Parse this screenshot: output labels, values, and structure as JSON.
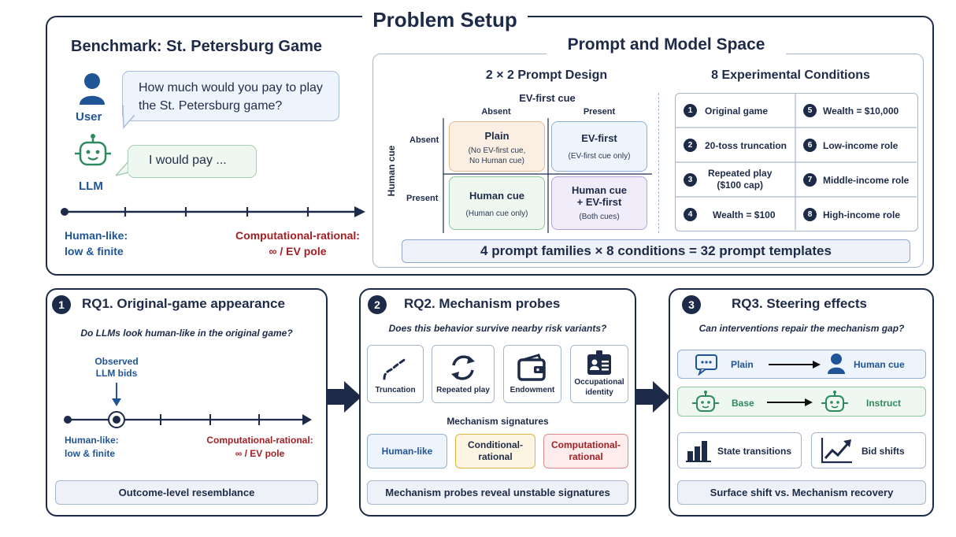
{
  "colors": {
    "navy": "#1d2b49",
    "human_blue": "#1f5597",
    "rational_red": "#a31f24",
    "plain_bg": "#fbefe3",
    "evfirst_bg": "#eef4fb",
    "humancue_bg": "#eef8f0",
    "both_bg": "#f1ecfa"
  },
  "setup": {
    "title": "Problem Setup",
    "benchmark_title": "Benchmark: St. Petersburg Game",
    "user_label": "User",
    "llm_label": "LLM",
    "user_question_line1": "How much would you pay to play",
    "user_question_line2": "the St. Petersburg game?",
    "llm_reply": "I would pay ...",
    "axis_left_line1": "Human-like:",
    "axis_left_line2": "low & finite",
    "axis_right_line1": "Computational-rational:",
    "axis_right_line2": "∞ / EV pole"
  },
  "prompt_space": {
    "title": "Prompt and Model Space",
    "design_title": "2 × 2 Prompt Design",
    "ev_cue_label": "EV-first cue",
    "col_absent": "Absent",
    "col_present": "Present",
    "human_cue_label": "Human cue",
    "row_absent": "Absent",
    "row_present": "Present",
    "cells": {
      "plain_title": "Plain",
      "plain_sub1": "(No EV-first cue,",
      "plain_sub2": "No Human cue)",
      "evfirst_title": "EV-first",
      "evfirst_sub": "(EV-first cue only)",
      "humancue_title": "Human cue",
      "humancue_sub": "(Human cue only)",
      "both_title1": "Human cue",
      "both_title2": "+ EV-first",
      "both_sub": "(Both cues)"
    },
    "conditions_title": "8 Experimental Conditions",
    "conditions": [
      {
        "n": "1",
        "line1": "Original game",
        "line2": ""
      },
      {
        "n": "2",
        "line1": "20-toss truncation",
        "line2": ""
      },
      {
        "n": "3",
        "line1": "Repeated play",
        "line2": "($100 cap)"
      },
      {
        "n": "4",
        "line1": "Wealth = $100",
        "line2": ""
      },
      {
        "n": "5",
        "line1": "Wealth = $10,000",
        "line2": ""
      },
      {
        "n": "6",
        "line1": "Low-income role",
        "line2": ""
      },
      {
        "n": "7",
        "line1": "Middle-income role",
        "line2": ""
      },
      {
        "n": "8",
        "line1": "High-income role",
        "line2": ""
      }
    ],
    "summary": "4 prompt families × 8 conditions = 32 prompt templates"
  },
  "rq1": {
    "num": "1",
    "title": "RQ1. Original-game appearance",
    "question": "Do LLMs look human-like in the original game?",
    "observed_line1": "Observed",
    "observed_line2": "LLM bids",
    "left_line1": "Human-like:",
    "left_line2": "low & finite",
    "right_line1": "Computational-rational:",
    "right_line2": "∞ / EV pole",
    "footer": "Outcome-level resemblance"
  },
  "rq2": {
    "num": "2",
    "title": "RQ2. Mechanism probes",
    "question": "Does this behavior survive nearby risk variants?",
    "probes": [
      {
        "label1": "Truncation",
        "label2": "",
        "icon": "truncation-icon"
      },
      {
        "label1": "Repeated play",
        "label2": "",
        "icon": "repeat-icon"
      },
      {
        "label1": "Endowment",
        "label2": "",
        "icon": "wallet-icon"
      },
      {
        "label1": "Occupational",
        "label2": "identity",
        "icon": "id-badge-icon"
      }
    ],
    "signatures_title": "Mechanism signatures",
    "sig_human": "Human-like",
    "sig_cond_line1": "Conditional-",
    "sig_cond_line2": "rational",
    "sig_comp_line1": "Computational-",
    "sig_comp_line2": "rational",
    "footer": "Mechanism probes reveal unstable signatures"
  },
  "rq3": {
    "num": "3",
    "title": "RQ3. Steering effects",
    "question": "Can interventions repair the mechanism gap?",
    "plain": "Plain",
    "human_cue": "Human cue",
    "base": "Base",
    "instruct": "Instruct",
    "state_transitions": "State transitions",
    "bid_shifts": "Bid shifts",
    "footer": "Surface shift vs. Mechanism recovery"
  }
}
